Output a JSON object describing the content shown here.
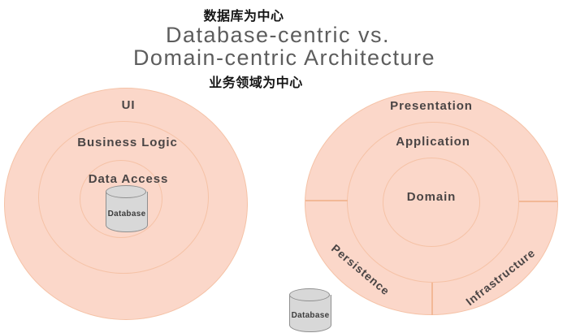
{
  "header": {
    "top_annotation": "数据库为中心",
    "title_line1": "Database-centric vs.",
    "title_line2": "Domain-centric Architecture",
    "bottom_annotation": "业务领域为中心"
  },
  "left_diagram": {
    "name": "Database-centric architecture",
    "layers": [
      "UI",
      "Business Logic",
      "Data Access"
    ],
    "database_label": "Database"
  },
  "right_diagram": {
    "name": "Domain-centric architecture",
    "layers": [
      "Presentation",
      "Application",
      "Domain"
    ],
    "segments": [
      "Persistence",
      "Infrastructure"
    ],
    "database_label": "Database"
  },
  "colors": {
    "ring_fill": "#fbd7c9",
    "ring_stroke": "#f5c2a6",
    "divider": "#f2b896",
    "title_text": "#5d5d5d",
    "cjk_text": "#151515",
    "label_text": "#4a4545",
    "cylinder_fill": "#d8d8d8",
    "cylinder_stroke": "#8f8f8f",
    "cylinder_text": "#3d3d3d"
  }
}
